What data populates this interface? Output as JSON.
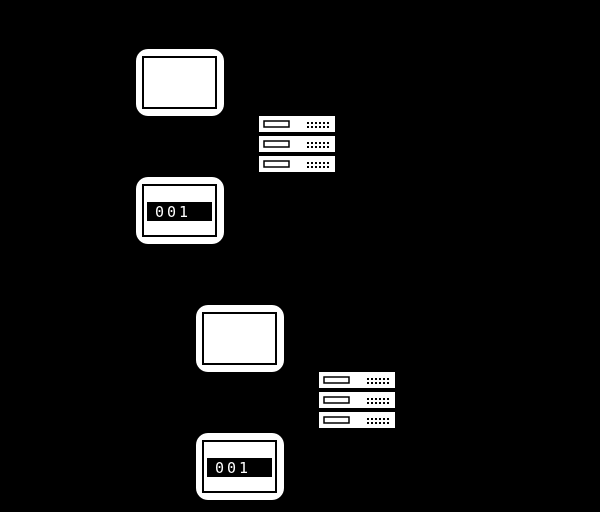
{
  "colors": {
    "background": "#000000",
    "foreground": "#ffffff",
    "stroke": "#000000"
  },
  "groups": [
    {
      "name": "group-1",
      "monitor_top": {
        "icon": "monitor-icon"
      },
      "monitor_bottom": {
        "icon": "monitor-code-icon",
        "code": "001"
      },
      "server": {
        "icon": "server-stack-icon",
        "units": 3
      }
    },
    {
      "name": "group-2",
      "monitor_top": {
        "icon": "monitor-icon"
      },
      "monitor_bottom": {
        "icon": "monitor-code-icon",
        "code": "001"
      },
      "server": {
        "icon": "server-stack-icon",
        "units": 3
      }
    }
  ]
}
